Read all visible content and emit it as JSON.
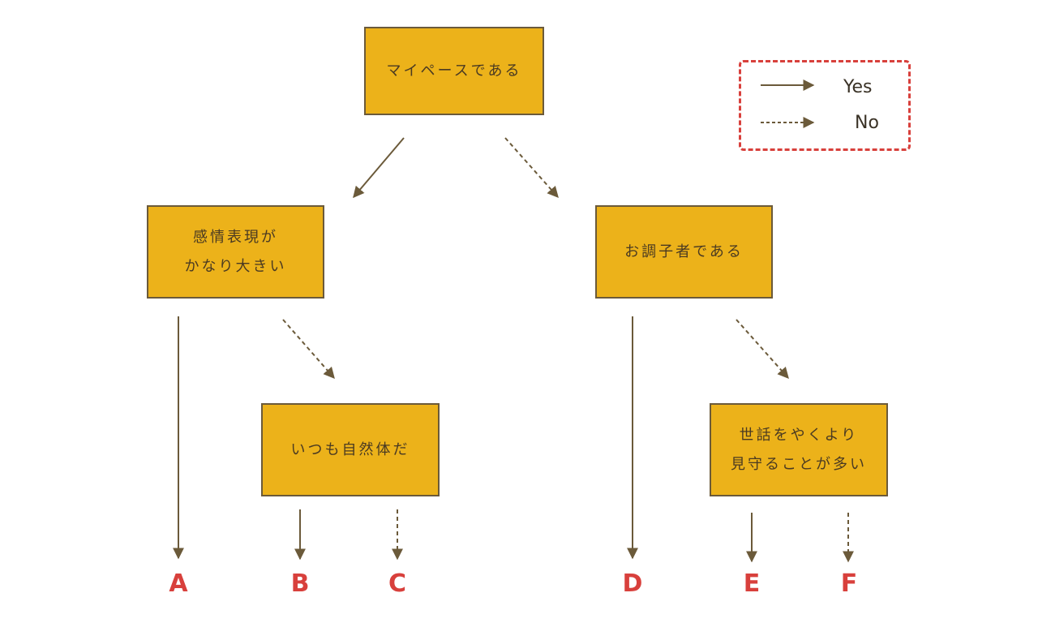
{
  "flowchart": {
    "root": {
      "lines": [
        "マイペースである"
      ]
    },
    "left": {
      "lines": [
        "感情表現が",
        "かなり大きい"
      ]
    },
    "right": {
      "lines": [
        "お調子者である"
      ]
    },
    "left_child": {
      "lines": [
        "いつも自然体だ"
      ]
    },
    "right_child": {
      "lines": [
        "世話をやくより",
        "見守ることが多い"
      ]
    },
    "outcomes": [
      "A",
      "B",
      "C",
      "D",
      "E",
      "F"
    ]
  },
  "legend": {
    "yes_label": "Yes",
    "no_label": "No"
  },
  "colors": {
    "node_fill": "#ecb21a",
    "arrow": "#6b5a3a",
    "outcome_text": "#d8403c",
    "legend_border": "#d8403c"
  }
}
